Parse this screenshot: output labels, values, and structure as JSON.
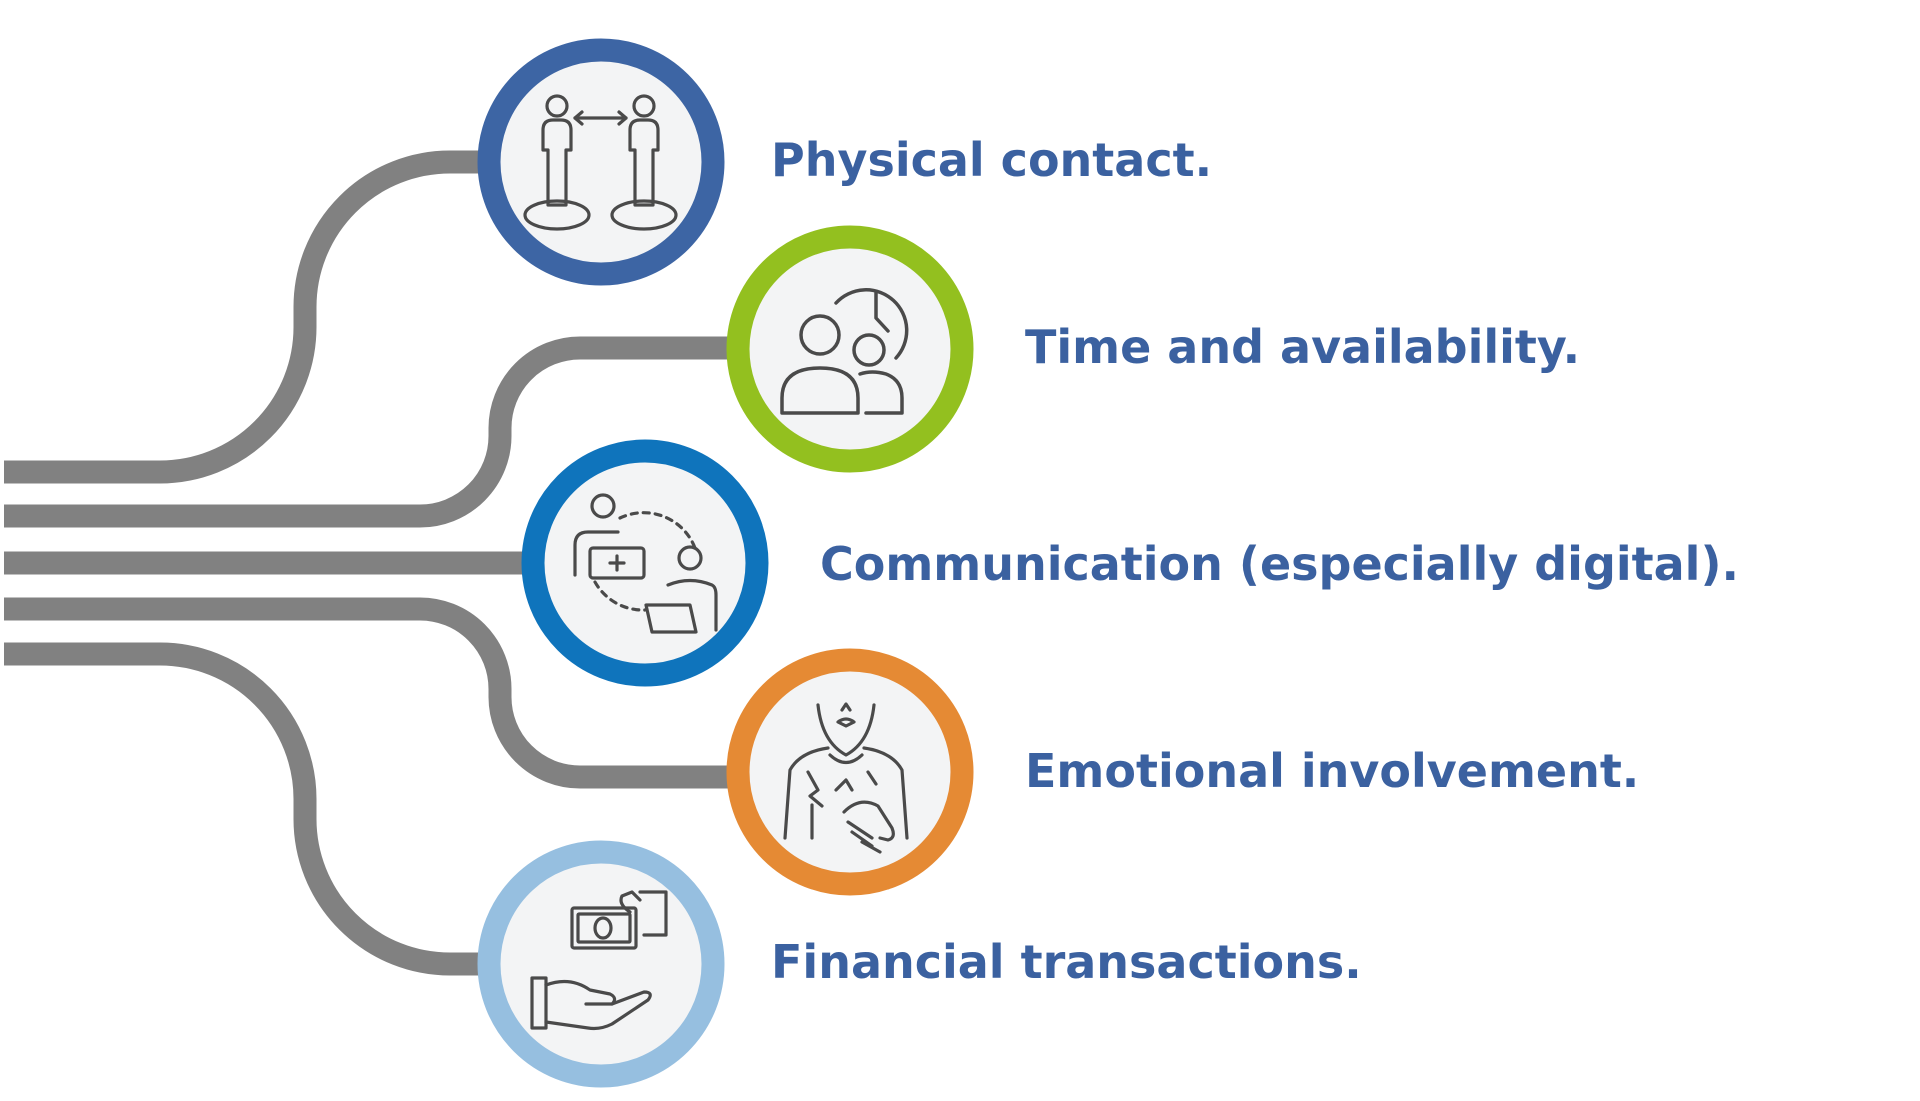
{
  "items": [
    {
      "label": "Physical contact.",
      "icon": "social-distance-icon",
      "ring_color": "#3d65a4"
    },
    {
      "label": "Time and availability.",
      "icon": "people-clock-icon",
      "ring_color": "#93c01f"
    },
    {
      "label": "Communication (especially digital).",
      "icon": "digital-communication-icon",
      "ring_color": "#0f74bc"
    },
    {
      "label": "Emotional involvement.",
      "icon": "emotional-distress-icon",
      "ring_color": "#e58a34"
    },
    {
      "label": "Financial transactions.",
      "icon": "money-hand-icon",
      "ring_color": "#96bfe0"
    }
  ],
  "colors": {
    "connector": "#818181",
    "text": "#3b61a0",
    "circle_fill": "#f3f4f5",
    "icon_stroke": "#4a4a4a"
  }
}
